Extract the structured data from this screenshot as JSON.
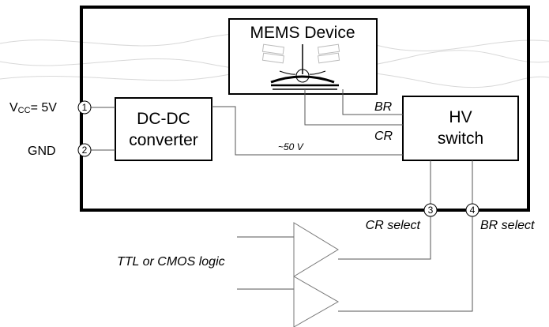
{
  "blocks": {
    "mems": "MEMS Device",
    "dcdc_line1": "DC-DC",
    "dcdc_line2": "converter",
    "hv_line1": "HV",
    "hv_line2": "switch"
  },
  "signals": {
    "br": "BR",
    "cr": "CR",
    "hv_supply": "~50 V"
  },
  "pins": [
    {
      "number": "1",
      "label_main": "V",
      "label_sub": "CC",
      "label_rest": "= 5V"
    },
    {
      "number": "2",
      "label": "GND"
    },
    {
      "number": "3",
      "label": "CR select"
    },
    {
      "number": "4",
      "label": "BR select"
    }
  ],
  "logic_label": "TTL or CMOS logic"
}
